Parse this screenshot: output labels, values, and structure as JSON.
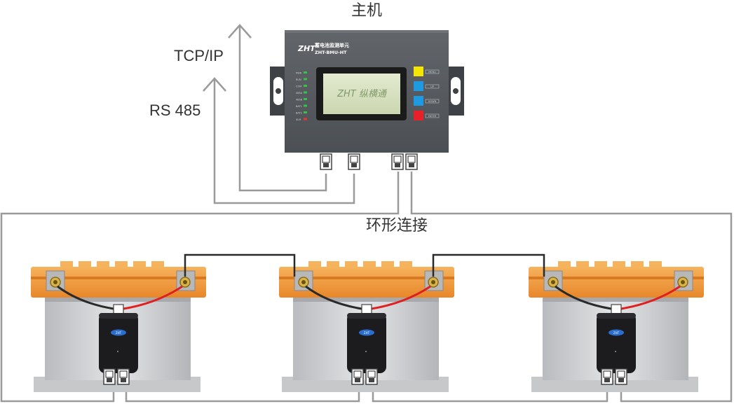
{
  "host": {
    "title": "主机",
    "device_name_cn": "蓄电池监测单元",
    "device_model": "ZHT-BMU-HT",
    "screen_logo": "ZHT 纵横通",
    "status_leds": [
      {
        "label": "PWR",
        "color": "#35c24a"
      },
      {
        "label": "RUN",
        "color": "#35c24a"
      },
      {
        "label": "COM",
        "color": "#35c24a"
      },
      {
        "label": "485A",
        "color": "#35c24a"
      },
      {
        "label": "485B",
        "color": "#35c24a"
      },
      {
        "label": "BAT1",
        "color": "#35c24a"
      },
      {
        "label": "BAT2",
        "color": "#35c24a"
      },
      {
        "label": "ALM",
        "color": "#e53935"
      }
    ],
    "buttons": [
      {
        "label": "MENU",
        "color": "#f5e600",
        "icon": "menu-button"
      },
      {
        "label": "UP",
        "color": "#1e9be0",
        "icon": "up-button"
      },
      {
        "label": "DOWN",
        "color": "#1e9be0",
        "icon": "down-button"
      },
      {
        "label": "ENTER",
        "color": "#e8202a",
        "icon": "enter-button"
      }
    ]
  },
  "links": {
    "tcp_label": "TCP/IP",
    "rs485_label": "RS 485",
    "ring_label": "环形连接"
  },
  "battery_sensor_logo": "ZHT",
  "battery_count": 3,
  "colors": {
    "device_body": "#55585c",
    "battery_top": "#f29a3a",
    "battery_body": "#cfd1d3",
    "wire_gray": "#9a9a9a",
    "wire_red": "#e02020",
    "wire_black": "#333333"
  }
}
